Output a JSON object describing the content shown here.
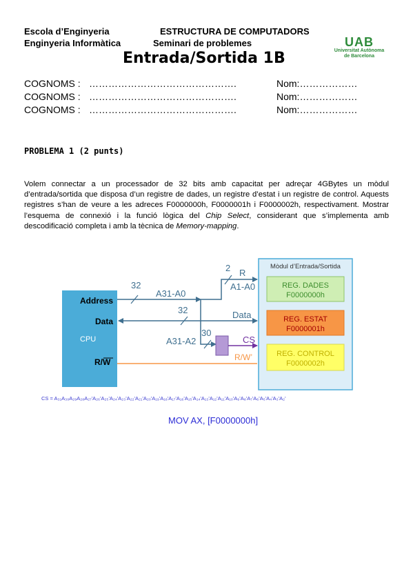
{
  "header": {
    "school": "Escola d’Enginyeria",
    "course": "ESTRUCTURA DE COMPUTADORS",
    "degree": "Enginyeria Informàtica",
    "seminar": "Seminari de problemes",
    "title": "Entrada/Sortida 1B",
    "logo_main": "UAB",
    "logo_line1": "Universitat Autònoma",
    "logo_line2": "de Barcelona"
  },
  "form": {
    "rows": [
      {
        "surname_label": "COGNOMS :",
        "surname_dots": "……………………………………….",
        "name_label": "Nom:",
        "name_dots": "………………"
      },
      {
        "surname_label": "COGNOMS :",
        "surname_dots": "……………………………………….",
        "name_label": "Nom:",
        "name_dots": "………………"
      },
      {
        "surname_label": "COGNOMS :",
        "surname_dots": "……………………………………….",
        "name_label": "Nom:",
        "name_dots": "………………"
      }
    ]
  },
  "problem": {
    "heading": "PROBLEMA 1 (2 punts)",
    "text_part1": "Volem connectar a un processador de 32 bits amb capacitat per adreçar 4GBytes un mòdul d’entrada/sortida que disposa d’un registre de dades, un registre d’estat i un registre de control. Aquests registres s’han de veure a les adreces F0000000h, F0000001h i F0000002h, respectivament. Mostrar l’esquema de connexió i la funció lògica del ",
    "text_italic1": "Chip Select",
    "text_part2": ", considerant que s’implementa amb descodificació completa i amb la tècnica de ",
    "text_italic2": "Memory-mapping",
    "text_part3": "."
  },
  "diagram": {
    "cpu_label": "CPU",
    "address_label": "Address",
    "data_label": "Data",
    "rw_label": "R/W",
    "bus_width_32_top": "32",
    "bus_a31_a0": "A31-A0",
    "bus_width_2": "2",
    "bus_r": "R",
    "bus_a1_a0": "A1-A0",
    "bus_width_32_data": "32",
    "data_bus_label": "Data",
    "bus_a31_a2": "A31-A2",
    "bus_width_30": "30",
    "cs_label": "CS",
    "rw_prime_label": "R/W’",
    "module_title": "Mòdul d’Entrada/Sortida",
    "registers": [
      {
        "name": "REG. DADES",
        "address": "F0000000h",
        "fill": "#cfeeb4",
        "text": "#3e8e2e"
      },
      {
        "name": "REG. ESTAT",
        "address": "F0000001h",
        "fill": "#f79646",
        "text": "#a50000"
      },
      {
        "name": "REG. CONTROL",
        "address": "F0000002h",
        "fill": "#ffff66",
        "text": "#c0b000"
      }
    ],
    "colors": {
      "cpu": "#4bacd8",
      "module_bg": "#ddeef8",
      "module_border": "#4bacd8",
      "bus": "#3f6f8f",
      "cs": "#7030a0",
      "rw_line": "#f79646",
      "decoder": "#b59ad6"
    }
  },
  "cs_equation": "CS = A₃₁A₃₀A₂₉A₂₈A₂₇'A₂₆'A₂₅'A₂₄'A₂₃'A₂₂'A₂₁'A₂₀'A₁₉'A₁₈'A₁₇'A₁₆'A₁₅'A₁₄'A₁₃'A₁₂'A₁₁'A₁₀'A₉'A₈'A₇'A₆'A₅'A₄'A₃'A₂'",
  "instruction": "MOV AX, [F0000000h]"
}
